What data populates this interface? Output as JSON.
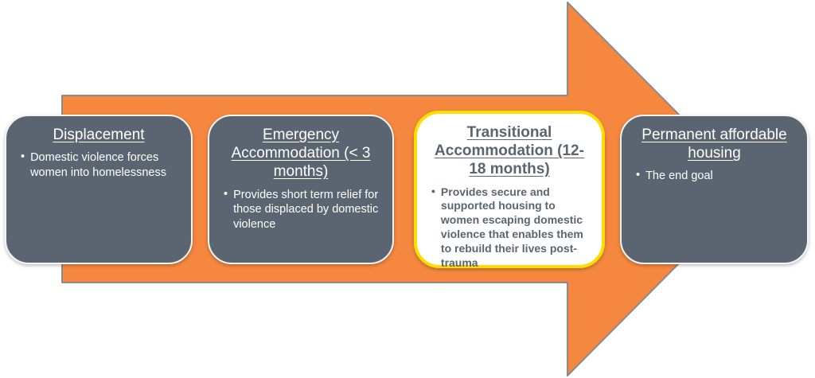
{
  "diagram": {
    "description": "Process flow arrow with four housing-pathway stages for women escaping domestic violence",
    "arrow_direction": "right",
    "bullet_glyph": "•",
    "stages": [
      {
        "id": "displacement",
        "title": "Displacement",
        "bullet": "Domestic violence forces women into homelessness",
        "highlighted": false
      },
      {
        "id": "emergency-accommodation",
        "title": "Emergency Accommodation (< 3 months)",
        "bullet": "Provides short term relief for those displaced by domestic violence",
        "highlighted": false
      },
      {
        "id": "transitional-accommodation",
        "title": "Transitional Accommodation (12-18 months)",
        "bullet": "Provides secure and supported housing to women escaping domestic violence that enables them to rebuild their lives post-trauma",
        "highlighted": true
      },
      {
        "id": "permanent-housing",
        "title": "Permanent affordable housing",
        "bullet": "The end goal",
        "highlighted": false
      }
    ],
    "colors": {
      "arrow_fill": "#f6873f",
      "arrow_outline": "#8a8a8a",
      "stage_box_fill": "#5a6571",
      "stage_box_border": "#f5f5f5",
      "highlight_box_fill": "#ffffff",
      "highlight_box_border": "#ffdd00",
      "stage_text": "#ffffff",
      "highlight_text": "#5a6570",
      "background": "#ffffff"
    }
  }
}
